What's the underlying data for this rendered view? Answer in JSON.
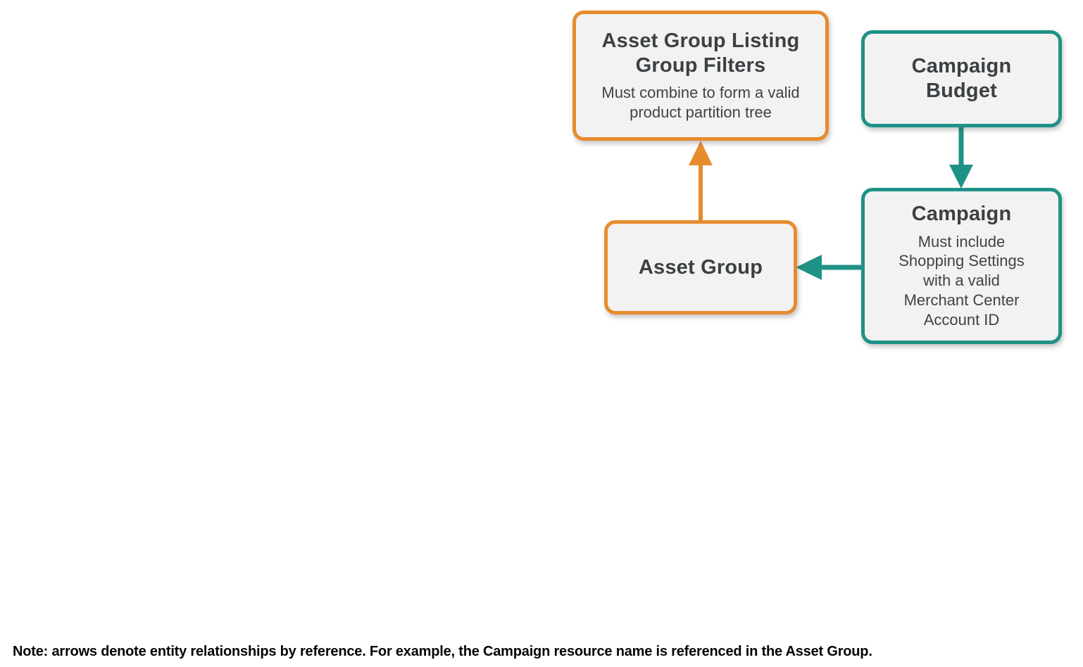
{
  "diagram": {
    "nodes": [
      {
        "id": "asset-group-listing-group-filters",
        "title": "Asset Group Listing Group Filters",
        "subtitle": "Must combine to form a valid product partition tree",
        "accent": "orange"
      },
      {
        "id": "campaign-budget",
        "title": "Campaign Budget",
        "accent": "teal"
      },
      {
        "id": "campaign",
        "title": "Campaign",
        "subtitle": "Must include Shopping Settings with a valid Merchant Center Account ID",
        "accent": "teal"
      },
      {
        "id": "asset-group",
        "title": "Asset Group",
        "accent": "orange"
      }
    ],
    "edges": [
      {
        "from": "asset-group",
        "to": "asset-group-listing-group-filters",
        "color": "orange",
        "direction": "up"
      },
      {
        "from": "campaign-budget",
        "to": "campaign",
        "color": "teal",
        "direction": "down"
      },
      {
        "from": "campaign",
        "to": "asset-group",
        "color": "teal",
        "direction": "left"
      }
    ],
    "colors": {
      "orange": "#E78C2E",
      "teal": "#1F9287",
      "node_background": "#F2F2F2",
      "node_text": "#3C4043",
      "note_text": "#050505"
    }
  },
  "note": "Note: arrows denote entity relationships by reference. For example, the Campaign resource name is referenced in the Asset Group."
}
